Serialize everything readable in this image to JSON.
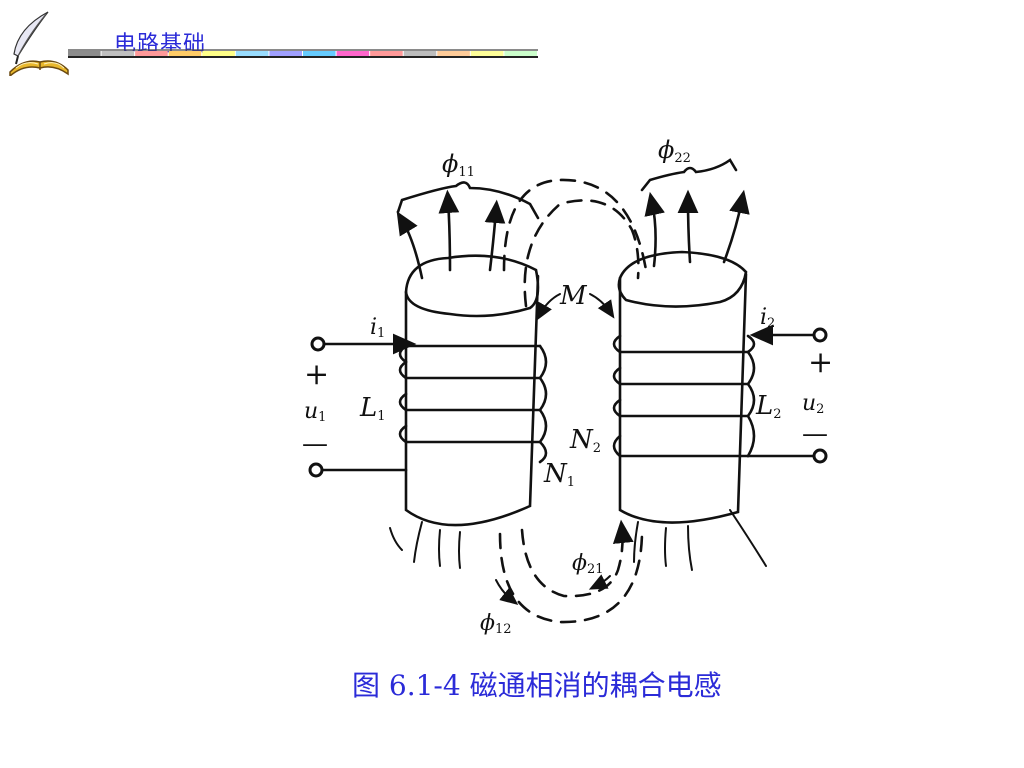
{
  "header": {
    "title": "电路基础",
    "stripe_colors": [
      "#8c8c8c",
      "#c0c0c0",
      "#ff9999",
      "#ffcc66",
      "#ffff88",
      "#99ddff",
      "#a0a0ff",
      "#66ccff",
      "#ff66cc",
      "#ff9999",
      "#bdbdbd",
      "#ffcc99",
      "#ffff99",
      "#ccffcc"
    ]
  },
  "diagram": {
    "phi11": {
      "symbol": "ϕ",
      "sub": "11"
    },
    "phi22": {
      "symbol": "ϕ",
      "sub": "22"
    },
    "phi21": {
      "symbol": "ϕ",
      "sub": "21"
    },
    "phi12": {
      "symbol": "ϕ",
      "sub": "12"
    },
    "M": "M",
    "i1": {
      "symbol": "i",
      "sub": "1"
    },
    "i2": {
      "symbol": "i",
      "sub": "2"
    },
    "L1": {
      "symbol": "L",
      "sub": "1"
    },
    "L2": {
      "symbol": "L",
      "sub": "2"
    },
    "N1": {
      "symbol": "N",
      "sub": "1"
    },
    "N2": {
      "symbol": "N",
      "sub": "2"
    },
    "u1": {
      "symbol": "u",
      "sub": "1"
    },
    "u2": {
      "symbol": "u",
      "sub": "2"
    },
    "plus": "+",
    "minus": "—"
  },
  "caption": "图 6.1-4 磁通相消的耦合电感"
}
